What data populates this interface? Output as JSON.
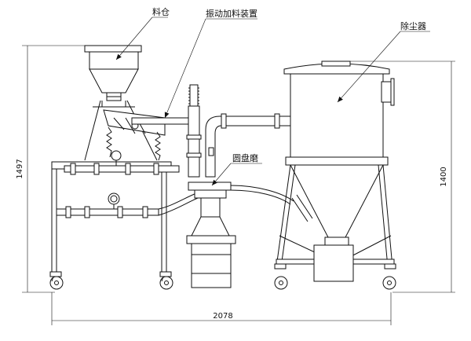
{
  "labels": {
    "hopper": "料仓",
    "feeder": "振动加料装置",
    "mill": "圆盘磨",
    "collector": "除尘器"
  },
  "dimensions": {
    "total_height": "1497",
    "collector_height": "1400",
    "total_width": "2078"
  }
}
